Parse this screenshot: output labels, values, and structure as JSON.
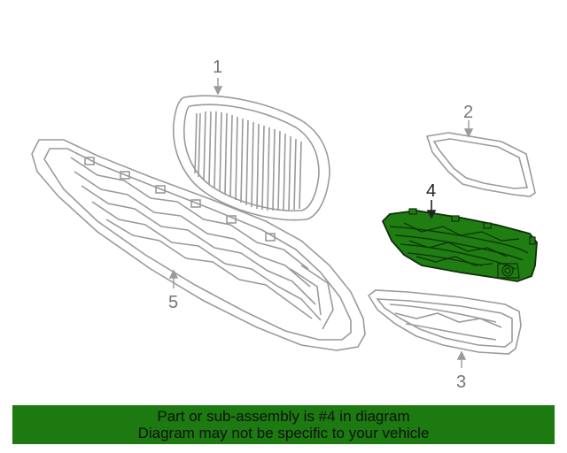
{
  "diagram": {
    "callouts": [
      {
        "id": "1",
        "label": "1"
      },
      {
        "id": "2",
        "label": "2"
      },
      {
        "id": "3",
        "label": "3"
      },
      {
        "id": "4",
        "label": "4"
      },
      {
        "id": "5",
        "label": "5"
      }
    ],
    "highlighted_part": "4",
    "colors": {
      "line": "#9a9a9a",
      "highlight_fill": "#1f7d12",
      "highlight_line": "#0f2f0a",
      "banner_bg": "#1c7a10"
    }
  },
  "banner": {
    "line1": "Part or sub-assembly is #4 in diagram",
    "line2": "Diagram may not be specific to your vehicle"
  }
}
